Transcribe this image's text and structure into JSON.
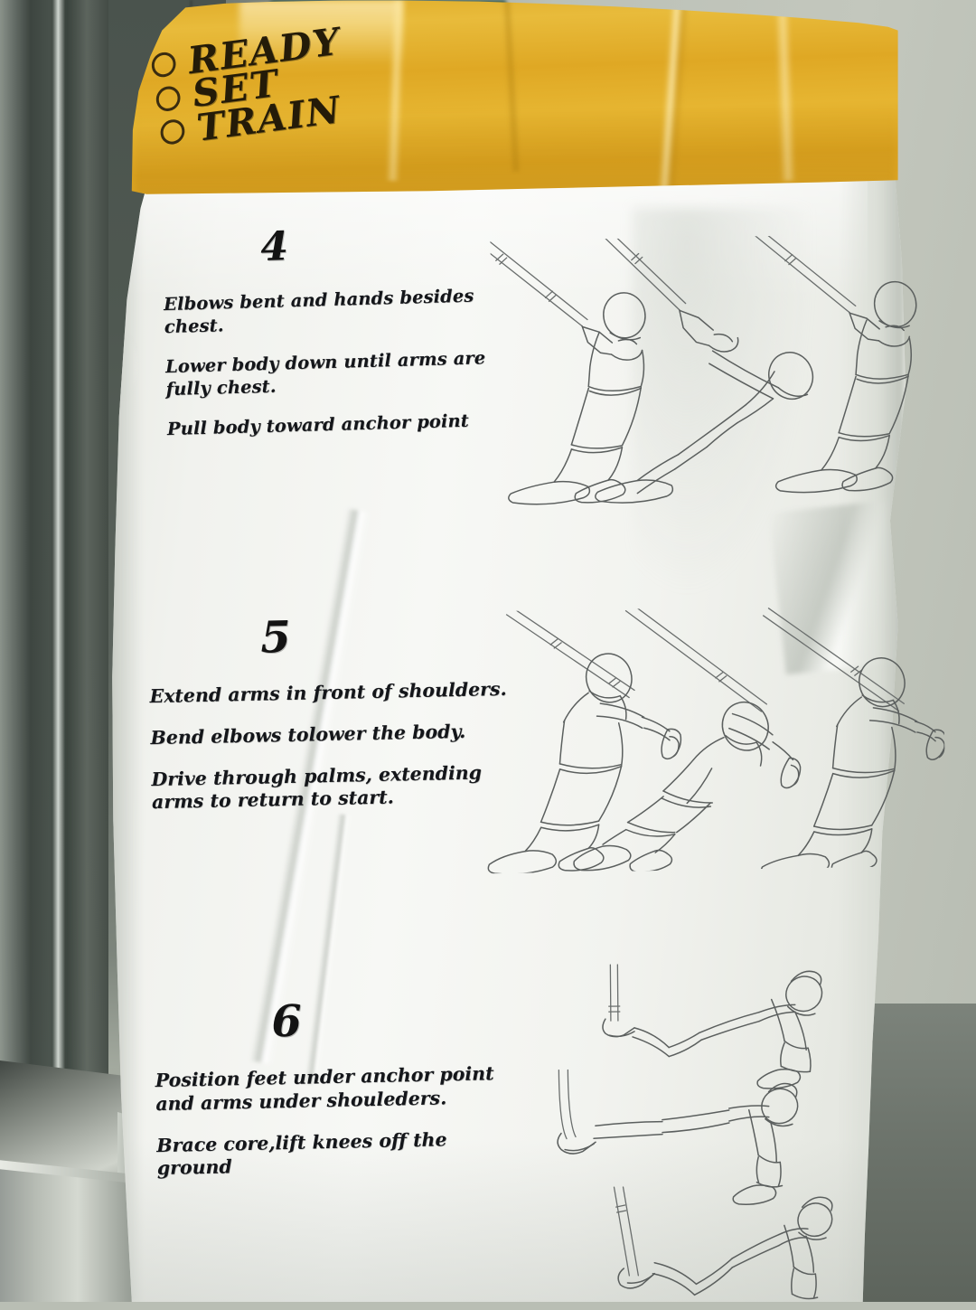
{
  "header": {
    "brand_lines": [
      "READY",
      "SET",
      "TRAIN"
    ],
    "bullet_icon": "circle-outline-icon",
    "band_color": "#dfa92a",
    "text_color": "#241b08"
  },
  "colors": {
    "paper": "#f3f4f0",
    "ink": "#14161a",
    "accent_yellow": "#dfa92a",
    "line_art": "#5b5f5e",
    "wall": "#bcc1b7",
    "metal_red_stripe": "#a8332b"
  },
  "steps": [
    {
      "number": "4",
      "lines": [
        "Elbows bent and hands besides chest.",
        "Lower body down until arms are fully chest.",
        "Pull body toward anchor point"
      ],
      "illustration": "suspension-row-three-figures",
      "figure_count": 3
    },
    {
      "number": "5",
      "lines": [
        "Extend arms in front of shoulders.",
        "Bend elbows tolower the body.",
        "Drive through palms, extending arms to return to start."
      ],
      "illustration": "suspension-chest-press-three-figures",
      "figure_count": 3
    },
    {
      "number": "6",
      "lines": [
        "Position feet under anchor point and arms under shouleders.",
        "Brace core,lift knees off the ground"
      ],
      "illustration": "suspension-plank-knee-tuck-three-figures",
      "figure_count": 3
    }
  ],
  "scene": {
    "subject": "printed-exercise-instruction-sheet",
    "objects": [
      "glass-panel",
      "chrome-fixture",
      "wall",
      "floor"
    ]
  }
}
